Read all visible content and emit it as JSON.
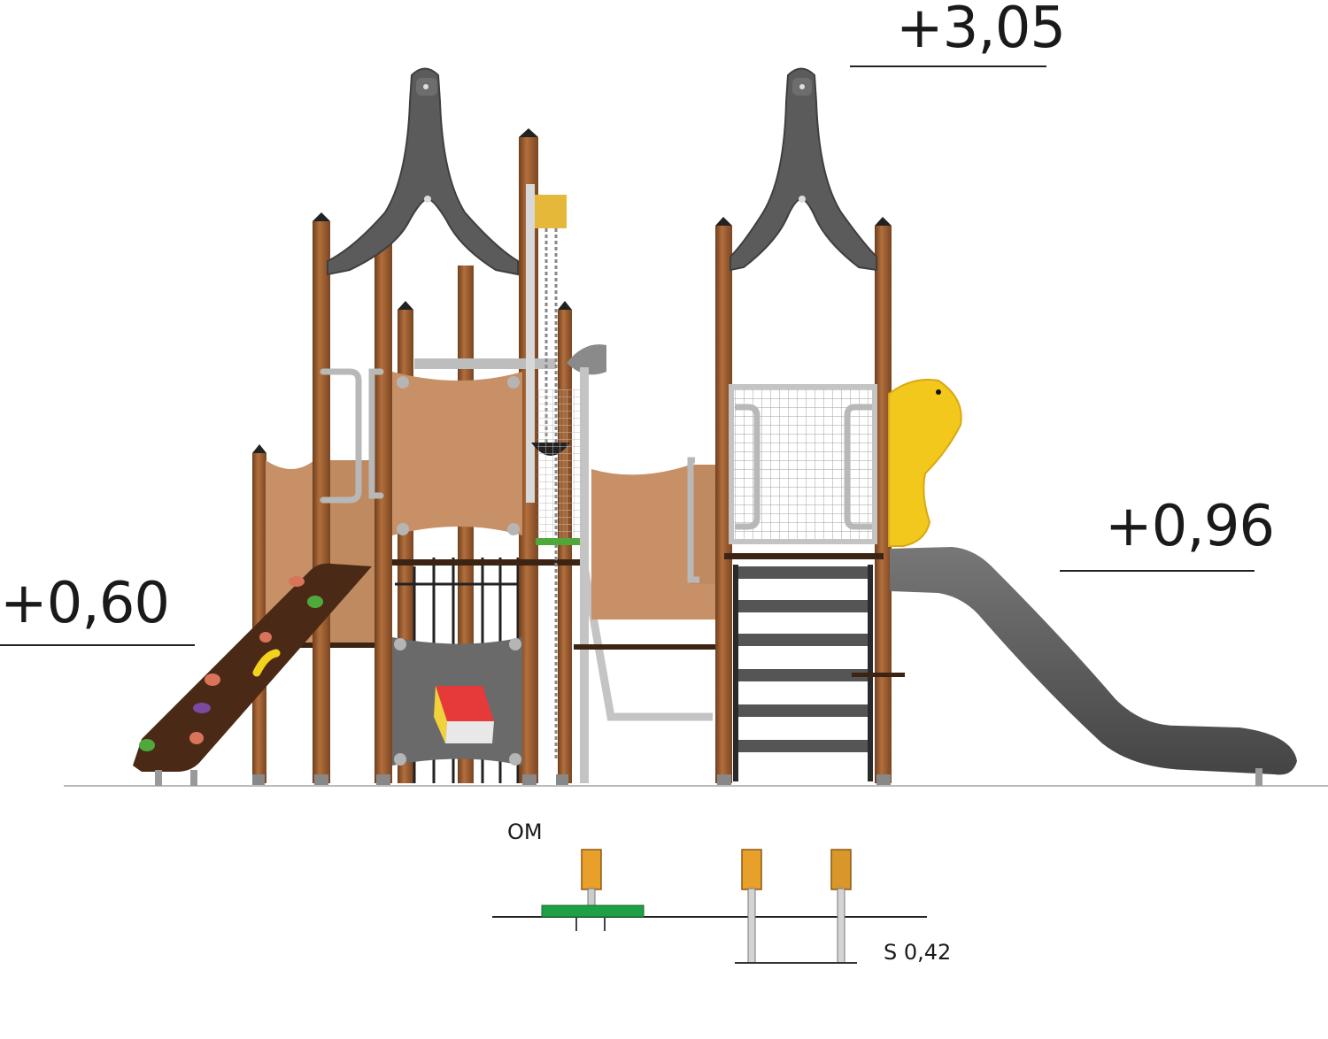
{
  "heights": {
    "top": "+3,05",
    "slide": "+0,96",
    "climb": "+0,60"
  },
  "foundation": {
    "om_label": "OM",
    "s_label": "S 0,42"
  },
  "colors": {
    "wood": "#9c5f33",
    "panel": "#c79066",
    "metal": "#c4c4c4",
    "roof": "#5b5b5b",
    "slide": "#5a5a5a",
    "yellow": "#f3c81c",
    "climb_wall": "#4a2a16",
    "post_orange": "#e8a02a",
    "base_green": "#1fa046"
  }
}
